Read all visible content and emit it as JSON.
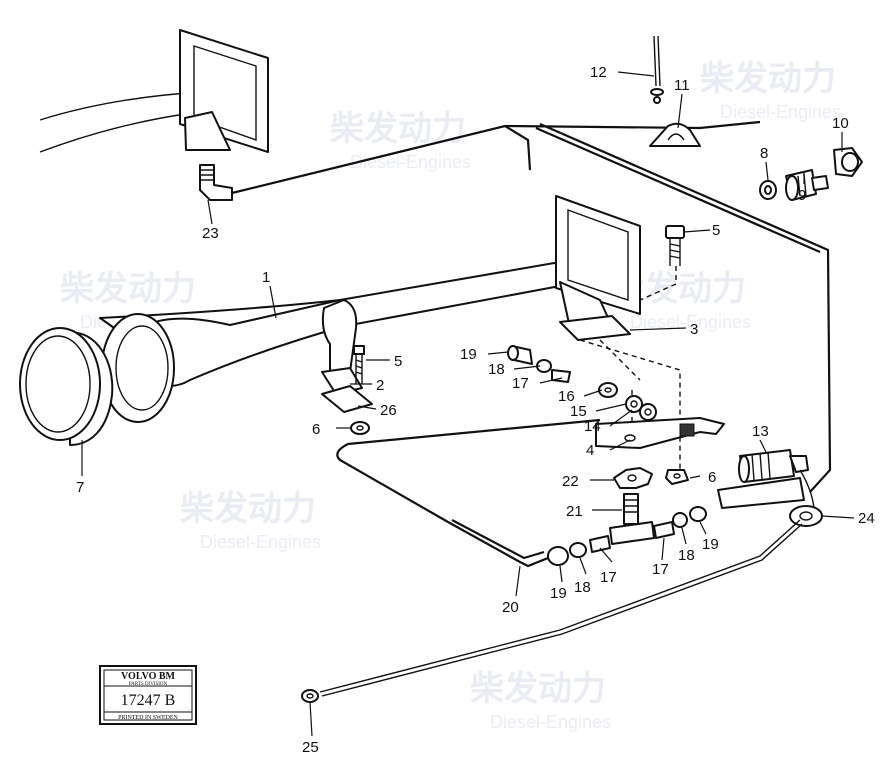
{
  "callouts": [
    {
      "id": "1",
      "text": "1"
    },
    {
      "id": "2",
      "text": "2"
    },
    {
      "id": "3",
      "text": "3"
    },
    {
      "id": "4",
      "text": "4"
    },
    {
      "id": "5a",
      "text": "5"
    },
    {
      "id": "5b",
      "text": "5"
    },
    {
      "id": "6a",
      "text": "6"
    },
    {
      "id": "6b",
      "text": "6"
    },
    {
      "id": "7",
      "text": "7"
    },
    {
      "id": "8",
      "text": "8"
    },
    {
      "id": "9",
      "text": "9"
    },
    {
      "id": "10",
      "text": "10"
    },
    {
      "id": "11",
      "text": "11"
    },
    {
      "id": "12",
      "text": "12"
    },
    {
      "id": "13",
      "text": "13"
    },
    {
      "id": "14",
      "text": "14"
    },
    {
      "id": "15",
      "text": "15"
    },
    {
      "id": "16",
      "text": "16"
    },
    {
      "id": "17a",
      "text": "17"
    },
    {
      "id": "17b",
      "text": "17"
    },
    {
      "id": "17c",
      "text": "17"
    },
    {
      "id": "18a",
      "text": "18"
    },
    {
      "id": "18b",
      "text": "18"
    },
    {
      "id": "18c",
      "text": "18"
    },
    {
      "id": "19a",
      "text": "19"
    },
    {
      "id": "19b",
      "text": "19"
    },
    {
      "id": "19c",
      "text": "19"
    },
    {
      "id": "20",
      "text": "20"
    },
    {
      "id": "21",
      "text": "21"
    },
    {
      "id": "22",
      "text": "22"
    },
    {
      "id": "23",
      "text": "23"
    },
    {
      "id": "24",
      "text": "24"
    },
    {
      "id": "25",
      "text": "25"
    },
    {
      "id": "26",
      "text": "26"
    }
  ],
  "stamp": {
    "brand": "VOLVO BM",
    "division": "PARTS DIVISION",
    "number": "17247 B",
    "printed": "PRINTED IN SWEDEN"
  },
  "watermark": {
    "cn": "柴发动力",
    "en": "Diesel-Engines"
  }
}
